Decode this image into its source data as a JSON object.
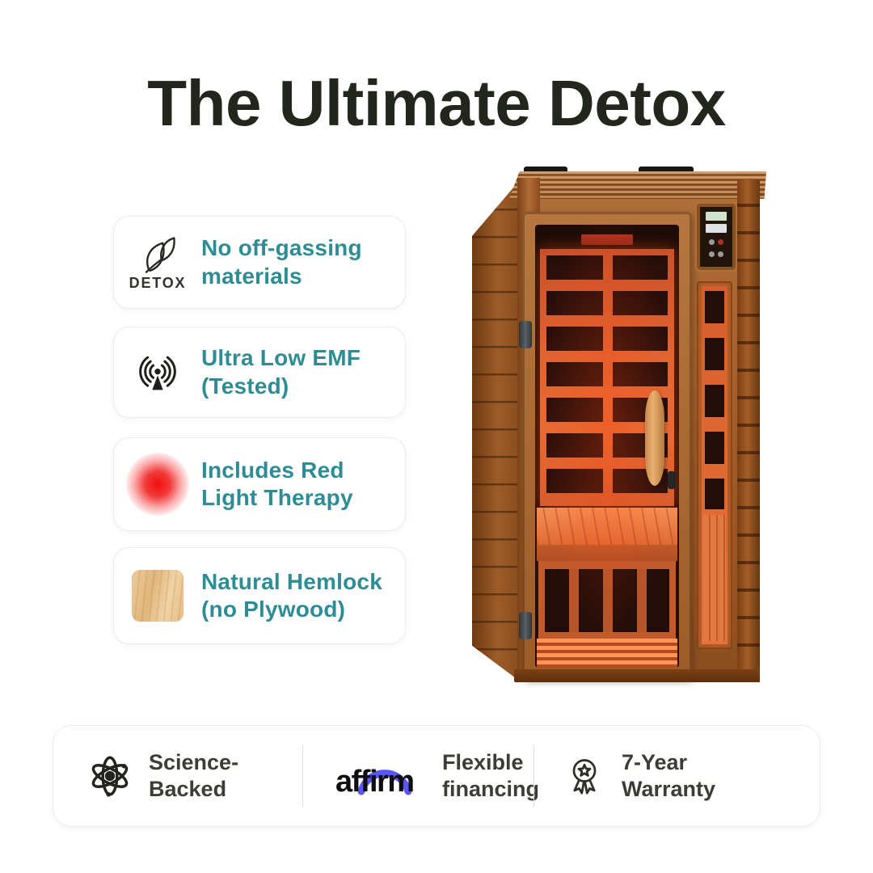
{
  "title": "The Ultimate Detox",
  "features": [
    {
      "icon": "detox-leaf-icon",
      "caption": "DETOX",
      "line1": "No off-gassing",
      "line2": "materials"
    },
    {
      "icon": "emf-antenna-icon",
      "line1": "Ultra Low EMF",
      "line2": "(Tested)"
    },
    {
      "icon": "red-light-glow-icon",
      "line1": "Includes Red",
      "line2": "Light Therapy"
    },
    {
      "icon": "hemlock-wood-swatch-icon",
      "line1": "Natural Hemlock",
      "line2": "(no Plywood)"
    }
  ],
  "badge_bar": {
    "items": [
      {
        "icon": "atom-icon",
        "line1": "Science-",
        "line2": "Backed"
      },
      {
        "icon": "affirm-logo",
        "logo_text": "affirm",
        "line1": "Flexible",
        "line2": "financing"
      },
      {
        "icon": "award-ribbon-icon",
        "line1": "7-Year",
        "line2": "Warranty"
      }
    ]
  },
  "colors": {
    "accent_teal": "#2E8C95",
    "title_color": "#22261D",
    "badge_text": "#3A3E35",
    "affirm_blue": "#5857F4",
    "red_glow": "#F11616",
    "card_border": "#ECECEC",
    "wood_mid": "#9C5C28",
    "interior_glow": "#E8622F"
  }
}
